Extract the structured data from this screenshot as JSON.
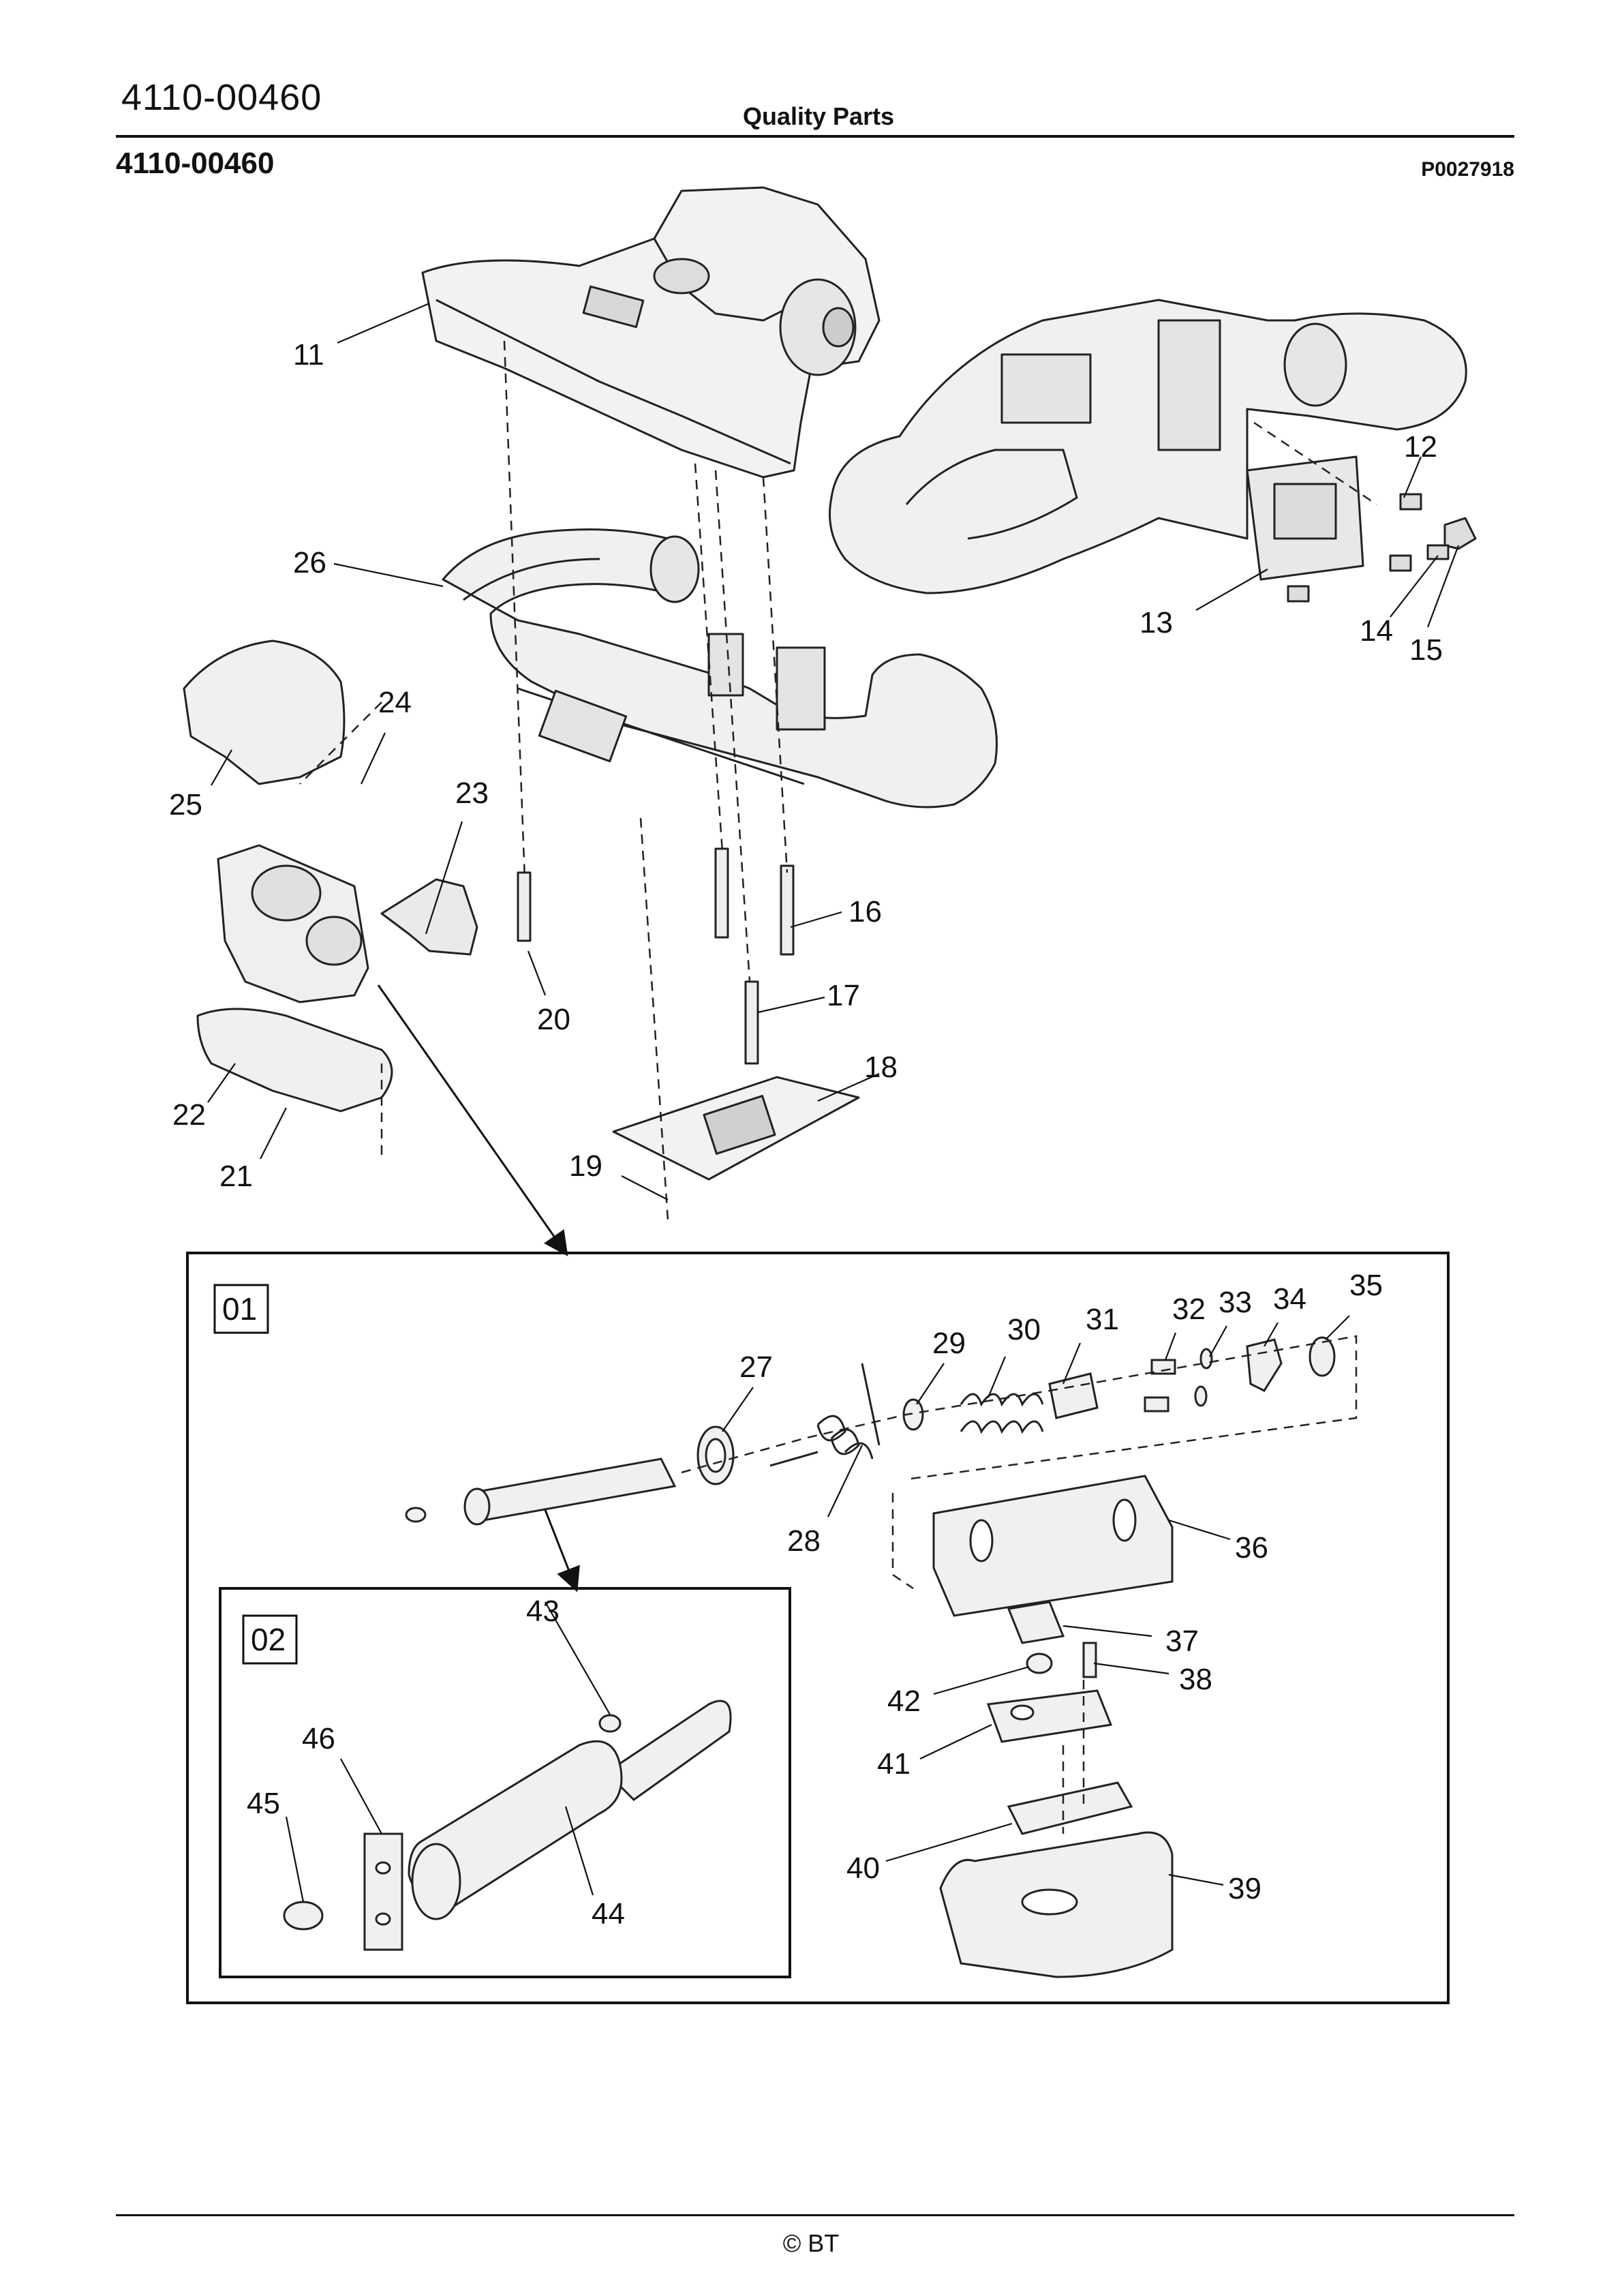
{
  "header": {
    "doc_code": "4110-00460",
    "title": "Quality Parts",
    "part_number": "4110-00460",
    "drawing_ref": "P0027918"
  },
  "callouts": [
    "11",
    "12",
    "13",
    "14",
    "15",
    "16",
    "17",
    "18",
    "19",
    "20",
    "21",
    "22",
    "23",
    "24",
    "25",
    "26",
    "27",
    "28",
    "29",
    "30",
    "31",
    "32",
    "33",
    "34",
    "35",
    "36",
    "37",
    "38",
    "39",
    "40",
    "41",
    "42",
    "43",
    "44",
    "45",
    "46"
  ],
  "insets": {
    "detail_01": "01",
    "detail_02": "02"
  },
  "footer": {
    "copyright": "© BT"
  }
}
